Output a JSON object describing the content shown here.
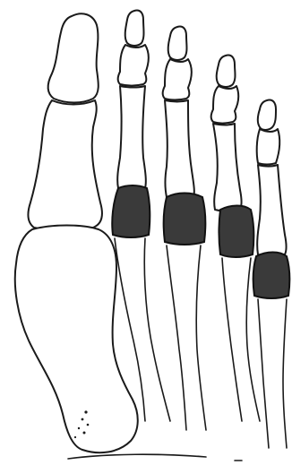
{
  "figure": {
    "subject": "dorsal-view-forefoot-bones",
    "colors": {
      "background": "#ffffff",
      "outline": "#1a1a1a",
      "highlight_fill": "#3a3a3a"
    },
    "highlighted_segments": [
      "digit-2-proximal-phalanx-base",
      "digit-3-proximal-phalanx-base",
      "digit-4-proximal-phalanx-base",
      "digit-5-proximal-phalanx-base"
    ]
  }
}
